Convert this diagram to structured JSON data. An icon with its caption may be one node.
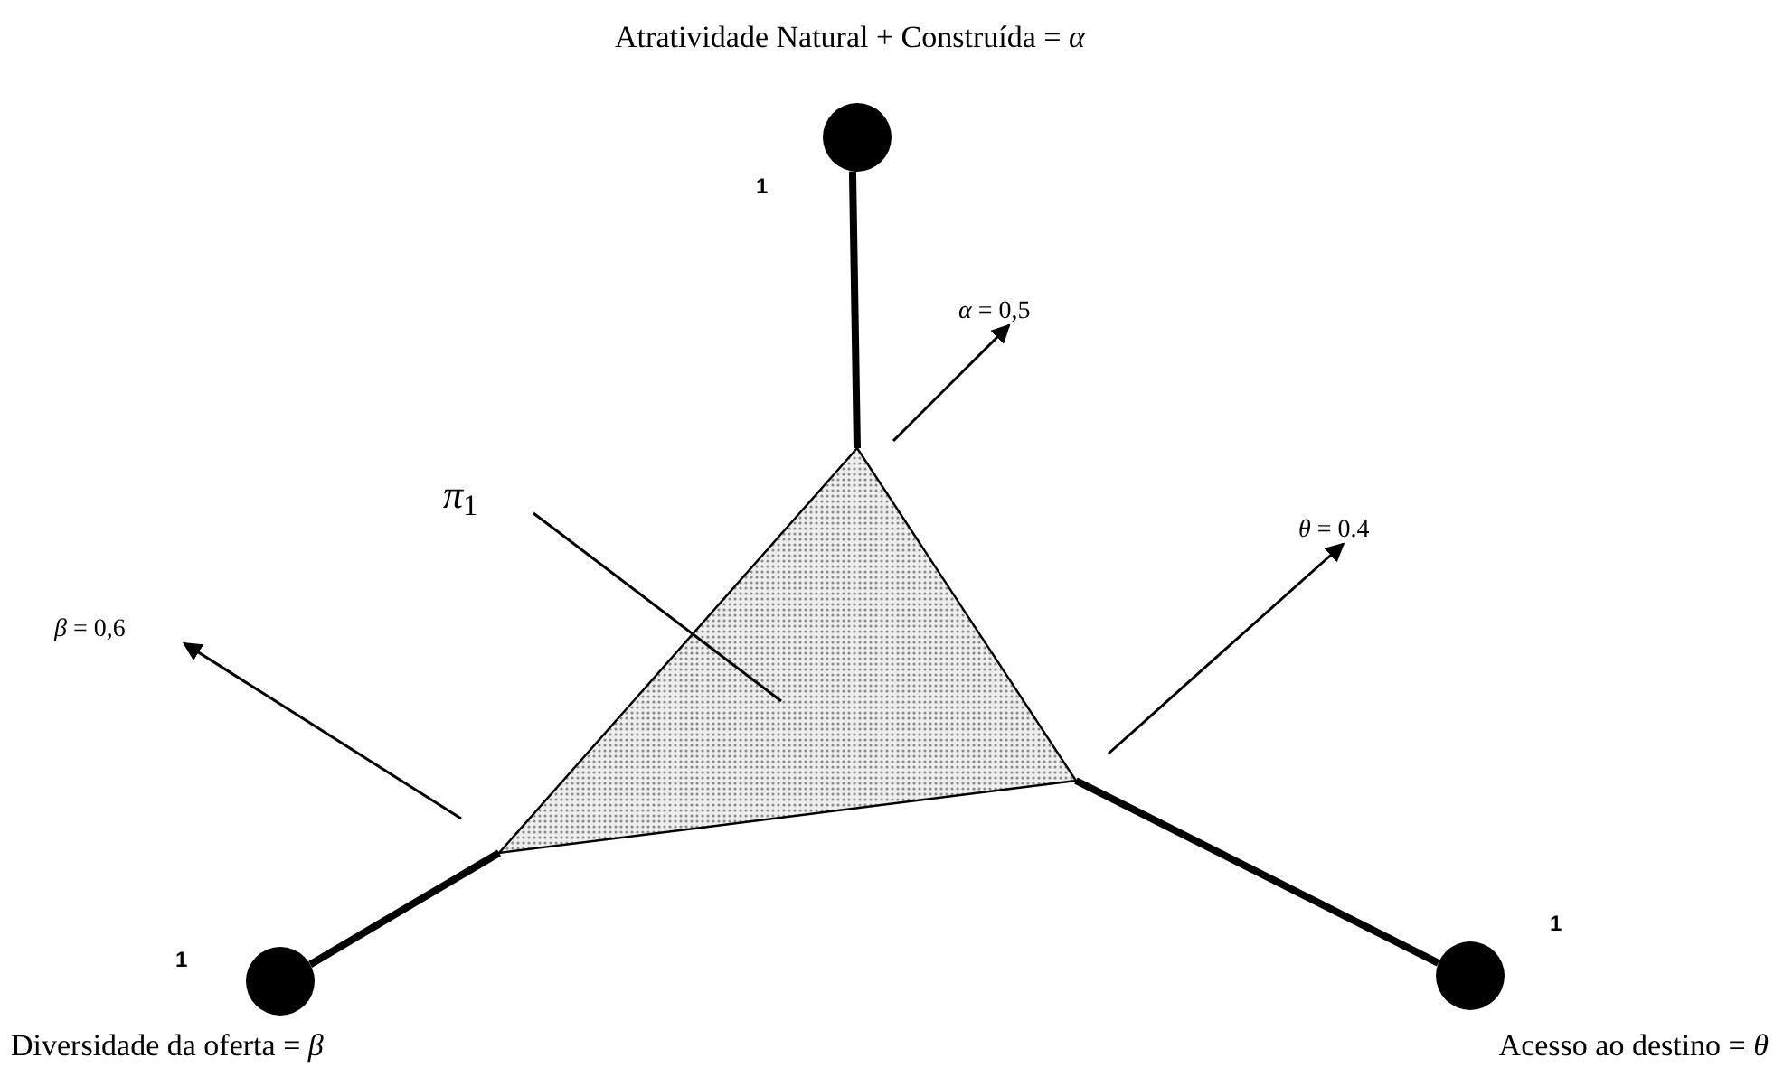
{
  "diagram": {
    "nodes": [
      {
        "text": [],
        "shape": "circle",
        "beside": [
          "Atratividade Natural + Construída = *α*",
          "1"
        ]
      },
      {
        "text": [],
        "shape": "circle",
        "beside": [
          "Diversidade da oferta = *β*",
          "1"
        ]
      },
      {
        "text": [],
        "shape": "circle",
        "beside": [
          "Acesso ao destino = *θ*",
          "1"
        ]
      },
      {
        "text": [],
        "shape": "triangle"
      },
      {
        "text": [
          "*π*$_{1}$"
        ]
      },
      {
        "text": [
          "*α* = 0,5"
        ]
      },
      {
        "text": [
          "*θ* = 0.4"
        ]
      },
      {
        "text": [
          "*β* = 0,6"
        ]
      }
    ],
    "edges": [
      {
        "from": 0,
        "to": 3,
        "arrow": "none",
        "style": "thick"
      },
      {
        "from": 1,
        "to": 3,
        "arrow": "none",
        "style": "thick"
      },
      {
        "from": 2,
        "to": 3,
        "arrow": "none",
        "style": "thick"
      },
      {
        "from": 4,
        "to": 3,
        "arrow": "none"
      },
      {
        "from": null,
        "to": 5,
        "arrow": "to"
      },
      {
        "from": null,
        "to": 6,
        "arrow": "to"
      },
      {
        "from": null,
        "to": 7,
        "arrow": "to"
      }
    ]
  }
}
